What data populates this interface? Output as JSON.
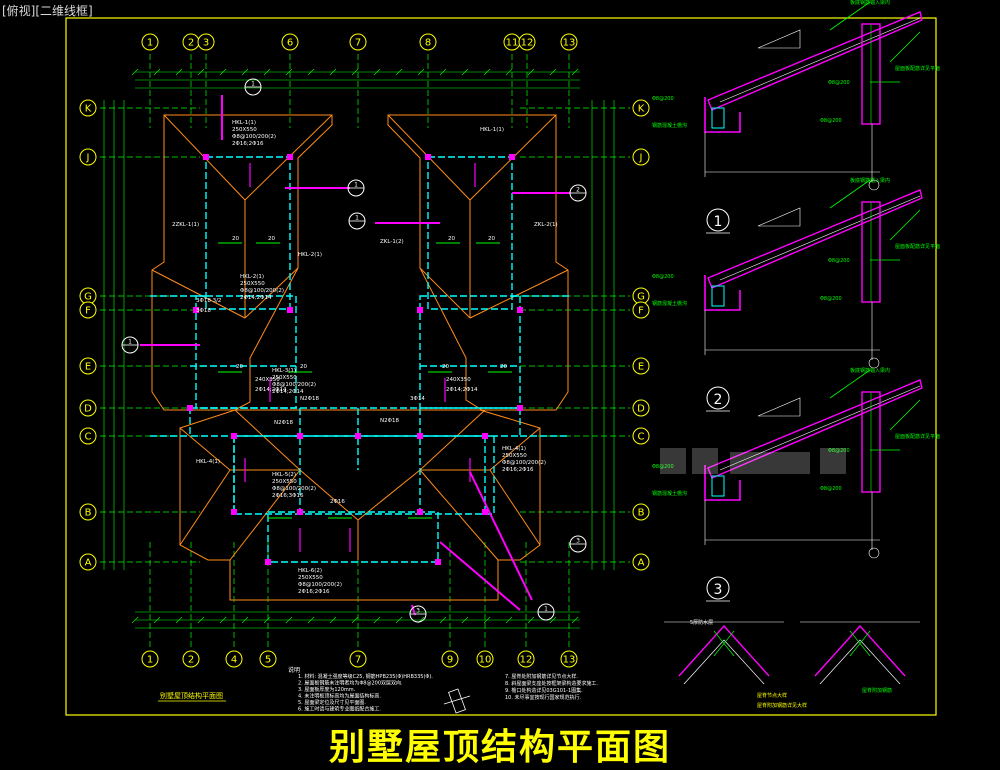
{
  "viewport": {
    "label": "[俯视][二维线框]"
  },
  "caption": "别墅屋顶结构平面图",
  "plan_title": "别墅屋顶结构平面图",
  "axes": {
    "top": [
      "1",
      "2",
      "3",
      "6",
      "7",
      "8",
      "11",
      "12",
      "13"
    ],
    "bottom": [
      "1",
      "2",
      "4",
      "5",
      "7",
      "9",
      "10",
      "12",
      "13"
    ],
    "left": [
      "K",
      "J",
      "G",
      "F",
      "E",
      "D",
      "C",
      "B",
      "A"
    ],
    "right": [
      "K",
      "J",
      "G",
      "F",
      "E",
      "D",
      "C",
      "B",
      "A"
    ]
  },
  "section_markers": {
    "plan": [
      "1",
      "1",
      "1",
      "1",
      "2",
      "3",
      "3"
    ],
    "details": [
      "1",
      "2",
      "3"
    ]
  },
  "beam_labels": [
    "HKL-1(1)",
    "250X550",
    "Φ8@100/200(2)",
    "2Φ16;2Φ16",
    "HKL-1(1)",
    "HKL-2(1)",
    "250X550",
    "Φ8@100/200(2)",
    "2Φ14;2Φ14",
    "HKL-2(1)",
    "HKL-3(1)",
    "250X550",
    "Φ8@100/200(2)",
    "2Φ14;2Φ14",
    "HKL-4(1)",
    "250X550",
    "Φ8@100/200(2)",
    "2Φ16;2Φ16",
    "HKL-4(1)",
    "HKL-5(2)",
    "250X550",
    "Φ8@100/200(2)",
    "2Φ16;3Φ16",
    "HKL-6(2)",
    "250X550",
    "Φ8@100/200(2)",
    "2Φ16;2Φ16",
    "2ZKL-1(1)",
    "ZKL-2(1)",
    "ZKL-1(2)",
    "240X350",
    "2Φ14;2Φ14",
    "240X350",
    "2Φ14;2Φ14",
    "20",
    "20",
    "20",
    "20",
    "20",
    "20",
    "20",
    "20",
    "3Φ18 3/2",
    "3Φ18",
    "N2Φ18",
    "N2Φ18",
    "N2Φ18",
    "3Φ14",
    "2Φ16"
  ],
  "notes_header": "说明",
  "notes_left": [
    "1. 材料: 混凝土强度等级C25, 钢筋HPB235(Φ)HRB335(Φ).",
    "2. 屋面板钢筋未注明者均为Φ8@200双层双向.",
    "3. 屋面板厚度为120mm.",
    "4. 未注明板顶标高均为屋面结构标高.",
    "5. 屋面梁定位及尺寸见平面图.",
    "6. 施工时请与建筑专业图纸配合施工."
  ],
  "notes_right": [
    "7. 屋脊处附加钢筋详见节点大样.",
    "8. 斜屋面梁支座处按框架梁构造要求施工.",
    "9. 檐口处构造详见03G101-1图集.",
    "10. 未尽事宜按现行国家规范执行."
  ],
  "detail_texts": [
    "板底钢筋锚入梁内",
    "屋面板配筋详见平面",
    "Φ8@200",
    "Φ8@200",
    "屋脊附加钢筋",
    "Φ8@200",
    "钢筋混凝土檐沟"
  ],
  "detail_sub": [
    "5厚防水层",
    "屋脊节点大样",
    "屋脊附加钢筋详见大样"
  ],
  "colors": {
    "background": "#000000",
    "frame": "#ffff00",
    "axis_line": "#00ff00",
    "axis_bubble": "#ffff00",
    "beam": "#00ffff",
    "ridge": "#ff8c1a",
    "section": "#ff00ff",
    "caption": "#ffff00"
  }
}
